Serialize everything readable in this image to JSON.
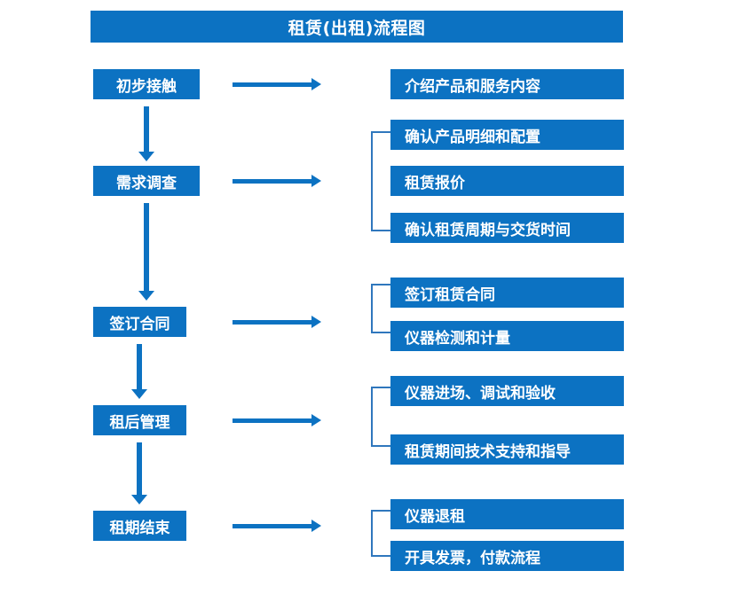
{
  "title": "租赁(出租)流程图",
  "colors": {
    "primary": "#0c72c2",
    "bracket": "#2f77bd",
    "text_on_primary": "#ffffff",
    "background": "#ffffff"
  },
  "stages": [
    {
      "label": "初步接触"
    },
    {
      "label": "需求调查"
    },
    {
      "label": "签订合同"
    },
    {
      "label": "租后管理"
    },
    {
      "label": "租期结束"
    }
  ],
  "details": [
    {
      "label": "介绍产品和服务内容"
    },
    {
      "label": "确认产品明细和配置"
    },
    {
      "label": "租赁报价"
    },
    {
      "label": "确认租赁周期与交货时间"
    },
    {
      "label": "签订租赁合同"
    },
    {
      "label": "仪器检测和计量"
    },
    {
      "label": "仪器进场、调试和验收"
    },
    {
      "label": "租赁期间技术支持和指导"
    },
    {
      "label": "仪器退租"
    },
    {
      "label": "开具发票，付款流程"
    }
  ],
  "connectors": {
    "stage_to_detail_arrows": 5,
    "stage_flow_arrows": 4,
    "brackets": 4
  }
}
